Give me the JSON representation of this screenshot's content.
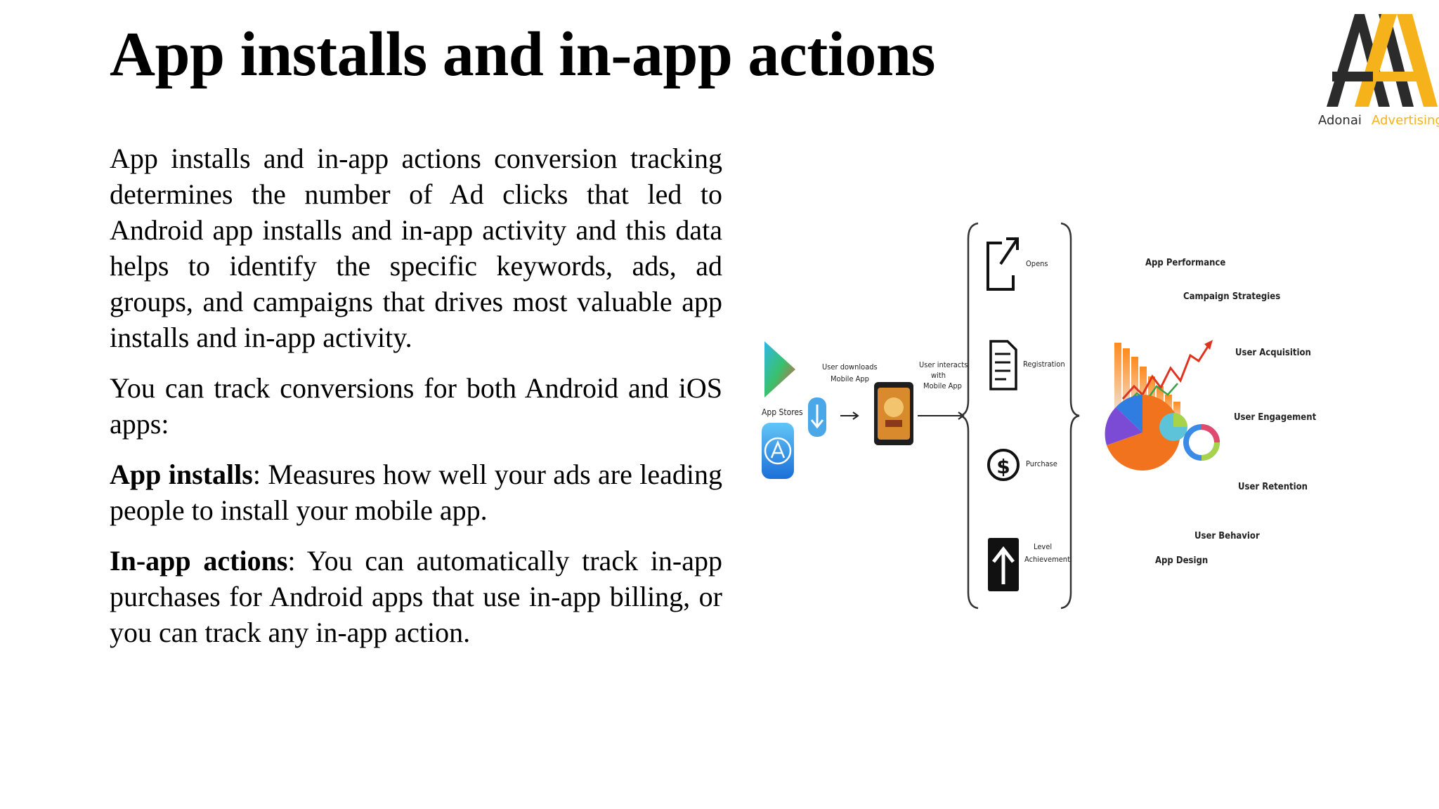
{
  "slide": {
    "title": "App installs and in-app actions",
    "paragraphs": {
      "intro": "App installs and in-app actions conversion tracking determines the number of Ad clicks that led to Android app installs and in-app activity and this data helps to identify the specific keywords, ads, ad groups, and campaigns that drives most valuable  app installs and in-app activity.",
      "track": "You can track conversions for both Android and iOS apps:",
      "installs_label": "App installs",
      "installs_text": ": Measures how well your ads are leading people to install your mobile app.",
      "actions_label": "In-app actions",
      "actions_text": ": You can automatically track in-app purchases for Android apps that use in-app billing, or you can track any in-app action."
    }
  },
  "logo": {
    "brand_first": "Adonai",
    "brand_second": "Advertising",
    "colors": {
      "dark": "#2b2b2b",
      "gold": "#f5b21b"
    }
  },
  "diagram": {
    "app_stores_label": "App Stores",
    "downloads_label": [
      "User downloads",
      "Mobile App"
    ],
    "interacts_label": [
      "User interacts",
      "with",
      "Mobile App"
    ],
    "actions": {
      "opens": "Opens",
      "registration": "Registration",
      "purchase": "Purchase",
      "level": [
        "Level",
        "Achievement"
      ]
    },
    "outcomes": {
      "app_performance": "App Performance",
      "campaign_strategies": "Campaign Strategies",
      "user_acquisition": "User Acquisition",
      "user_engagement": "User Engagement",
      "user_retention": "User Retention",
      "user_behavior": "User Behavior",
      "app_design": "App Design"
    },
    "icons": [
      "play-store-icon",
      "app-store-icon",
      "download-icon",
      "game-app-icon",
      "open-external-icon",
      "registration-form-icon",
      "dollar-coin-icon",
      "up-arrow-icon",
      "analytics-chart-icon"
    ]
  }
}
